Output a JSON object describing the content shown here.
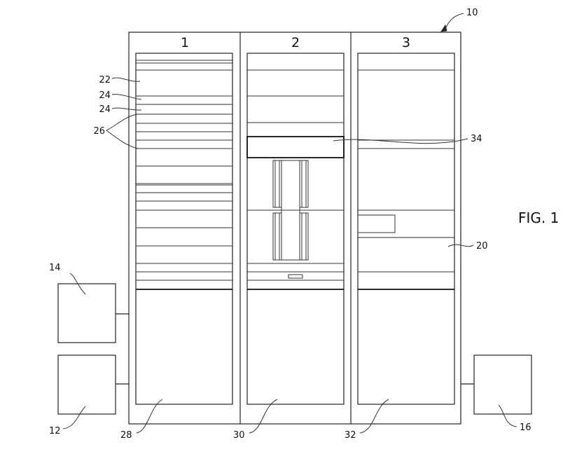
{
  "figure_label": "FIG. 1",
  "cabinet_numbers": [
    "1",
    "2",
    "3"
  ],
  "reference_numerals": {
    "system": "10",
    "sub_unit": "12",
    "left_unit": "14",
    "right_unit": "16",
    "panel": "20",
    "top_block": "22",
    "rail_a": "24",
    "rail_b": "24",
    "divider": "26",
    "base_1": "28",
    "base_2": "30",
    "base_3": "32",
    "shelf": "34"
  }
}
